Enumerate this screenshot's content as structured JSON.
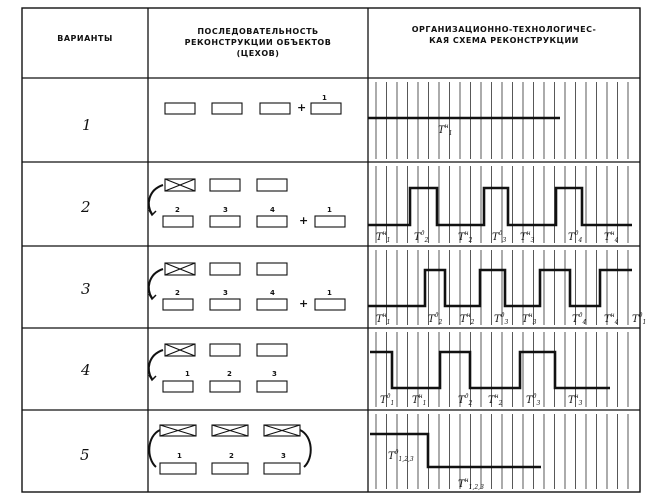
{
  "header": {
    "col1": "ВАРИАНТЫ",
    "col2_line1": "ПОСЛЕДОВАТЕЛЬНОСТЬ",
    "col2_line2": "РЕКОНСТРУКЦИИ ОБЪЕКТОВ",
    "col2_line3": "(ЦЕХОВ)",
    "col3_line1": "ОРГАНИЗАЦИОННО-ТЕХНОЛОГИЧЕС-",
    "col3_line2": "КАЯ СХЕМА РЕКОНСТРУКЦИИ"
  },
  "variants": [
    {
      "number": "1",
      "sequence_labels": [
        "1"
      ],
      "timeline_labels": [
        {
          "base": "T",
          "sub": "1",
          "sup": "н"
        }
      ]
    },
    {
      "number": "2",
      "sequence_labels": [
        "2",
        "3",
        "4",
        "1"
      ],
      "timeline_labels": [
        {
          "base": "T",
          "sub": "1",
          "sup": "н"
        },
        {
          "base": "T",
          "sub": "2",
          "sup": "д"
        },
        {
          "base": "T",
          "sub": "2",
          "sup": "н"
        },
        {
          "base": "T",
          "sub": "3",
          "sup": "д"
        },
        {
          "base": "T",
          "sub": "3",
          "sup": "н"
        },
        {
          "base": "T",
          "sub": "4",
          "sup": "д"
        },
        {
          "base": "T",
          "sub": "4",
          "sup": "н"
        }
      ]
    },
    {
      "number": "3",
      "sequence_labels": [
        "2",
        "3",
        "4",
        "1"
      ],
      "timeline_labels": [
        {
          "base": "T",
          "sub": "1",
          "sup": "н"
        },
        {
          "base": "T",
          "sub": "2",
          "sup": "д"
        },
        {
          "base": "T",
          "sub": "2",
          "sup": "н"
        },
        {
          "base": "T",
          "sub": "3",
          "sup": "д"
        },
        {
          "base": "T",
          "sub": "3",
          "sup": "н"
        },
        {
          "base": "T",
          "sub": "4",
          "sup": "д"
        },
        {
          "base": "T",
          "sub": "4",
          "sup": "н"
        },
        {
          "base": "T",
          "sub": "1",
          "sup": "д"
        }
      ]
    },
    {
      "number": "4",
      "sequence_labels": [
        "1",
        "2",
        "3"
      ],
      "timeline_labels": [
        {
          "base": "T",
          "sub": "1",
          "sup": "д"
        },
        {
          "base": "T",
          "sub": "1",
          "sup": "н"
        },
        {
          "base": "T",
          "sub": "2",
          "sup": "д"
        },
        {
          "base": "T",
          "sub": "2",
          "sup": "н"
        },
        {
          "base": "T",
          "sub": "3",
          "sup": "д"
        },
        {
          "base": "T",
          "sub": "3",
          "sup": "н"
        }
      ]
    },
    {
      "number": "5",
      "sequence_labels": [
        "1",
        "2",
        "3"
      ],
      "timeline_labels": [
        {
          "base": "T",
          "sub": "1,2,3",
          "sup": "д"
        },
        {
          "base": "T",
          "sub": "1,2,3",
          "sup": "н"
        }
      ]
    }
  ],
  "plus_sign": "+"
}
